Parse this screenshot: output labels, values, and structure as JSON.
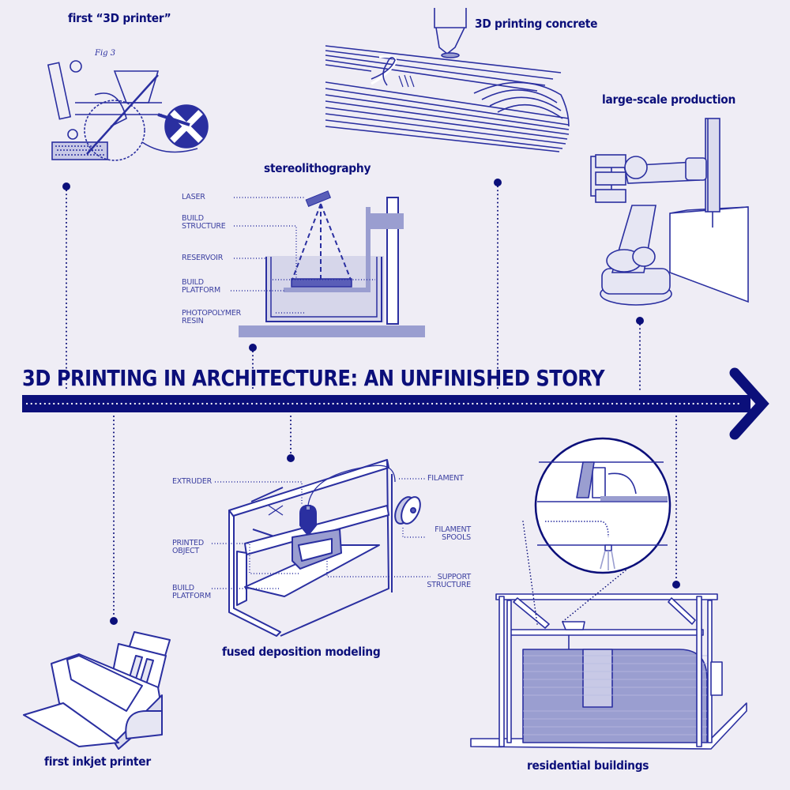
{
  "title": "3D PRINTING IN ARCHITECTURE: AN UNFINISHED STORY",
  "colors": {
    "background": "#efedf5",
    "primary": "#0b0f7a",
    "line": "#2a2fa0",
    "fill_light": "#9a9ed0",
    "fill_pale": "#d6d6ea"
  },
  "timeline": {
    "above": [
      {
        "id": "first-3d-printer",
        "label": "first “3D printer”",
        "icon": "patent-drawing-icon"
      },
      {
        "id": "stereolithography",
        "label": "stereolithography",
        "icon": "sla-printer-icon"
      },
      {
        "id": "3d-printing-concrete",
        "label": "3D printing concrete",
        "icon": "concrete-layers-icon"
      },
      {
        "id": "large-scale-production",
        "label": "large-scale production",
        "icon": "robot-arm-icon"
      }
    ],
    "below": [
      {
        "id": "first-inkjet-printer",
        "label": "first inkjet printer",
        "icon": "inkjet-printer-icon"
      },
      {
        "id": "fused-deposition-modeling",
        "label": "fused deposition modeling",
        "icon": "fdm-printer-icon"
      },
      {
        "id": "residential-buildings",
        "label": "residential buildings",
        "icon": "gantry-printer-icon"
      }
    ]
  },
  "stereolithography_callouts": {
    "laser": "LASER",
    "build_structure": [
      "BUILD",
      "STRUCTURE"
    ],
    "reservoir": "RESERVOIR",
    "build_platform": [
      "BUILD",
      "PLATFORM"
    ],
    "photopolymer_resin": [
      "PHOTOPOLYMER",
      "RESIN"
    ]
  },
  "fdm_callouts": {
    "extruder": "EXTRUDER",
    "printed_object": [
      "PRINTED",
      "OBJECT"
    ],
    "build_platform": [
      "BUILD",
      "PLATFORM"
    ],
    "filament": "FILAMENT",
    "filament_spools": [
      "FILAMENT",
      "SPOOLS"
    ],
    "support_structure": [
      "SUPPORT",
      "STRUCTURE"
    ]
  }
}
